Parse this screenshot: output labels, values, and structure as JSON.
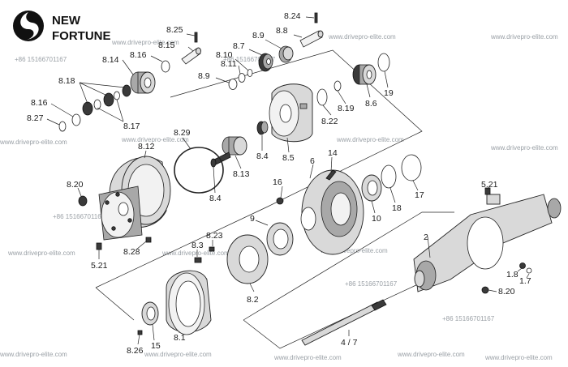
{
  "brand": {
    "line1": "NEW",
    "line2": "FORTUNE",
    "logo_icon": "swirl-logo-icon"
  },
  "watermarks": {
    "site": "www.drivepro-elite.com",
    "phone": "+86 15166701167"
  },
  "labels": {
    "p8_25": "8.25",
    "p8_15": "8.15",
    "p8_24": "8.24",
    "p8_8": "8.8",
    "p8_9a": "8.9",
    "p8_7": "8.7",
    "p8_10": "8.10",
    "p8_11": "8.11",
    "p8_9b": "8.9",
    "p8_16a": "8.16",
    "p8_14": "8.14",
    "p8_18": "8.18",
    "p8_16b": "8.16",
    "p8_27": "8.27",
    "p8_17": "8.17",
    "p8_22": "8.22",
    "p8_19": "8.19",
    "p8_6": "8.6",
    "p19": "19",
    "p8_5": "8.5",
    "p8_4a": "8.4",
    "p8_29": "8.29",
    "p8_12": "8.12",
    "p8_13": "8.13",
    "p8_4b": "8.4",
    "p14": "14",
    "p6": "6",
    "p16": "16",
    "p8_20a": "8.20",
    "p10": "10",
    "p18": "18",
    "p17": "17",
    "p5_21a": "5.21",
    "p8_28": "8.28",
    "p9": "9",
    "p8_23": "8.23",
    "p8_3": "8.3",
    "p5_21b": "5.21",
    "p2": "2",
    "p1_8": "1.8",
    "p1_7": "1.7",
    "p8_20b": "8.20",
    "p8_2": "8.2",
    "p8_1": "8.1",
    "p15": "15",
    "p8_26": "8.26",
    "p4_7": "4 / 7"
  }
}
